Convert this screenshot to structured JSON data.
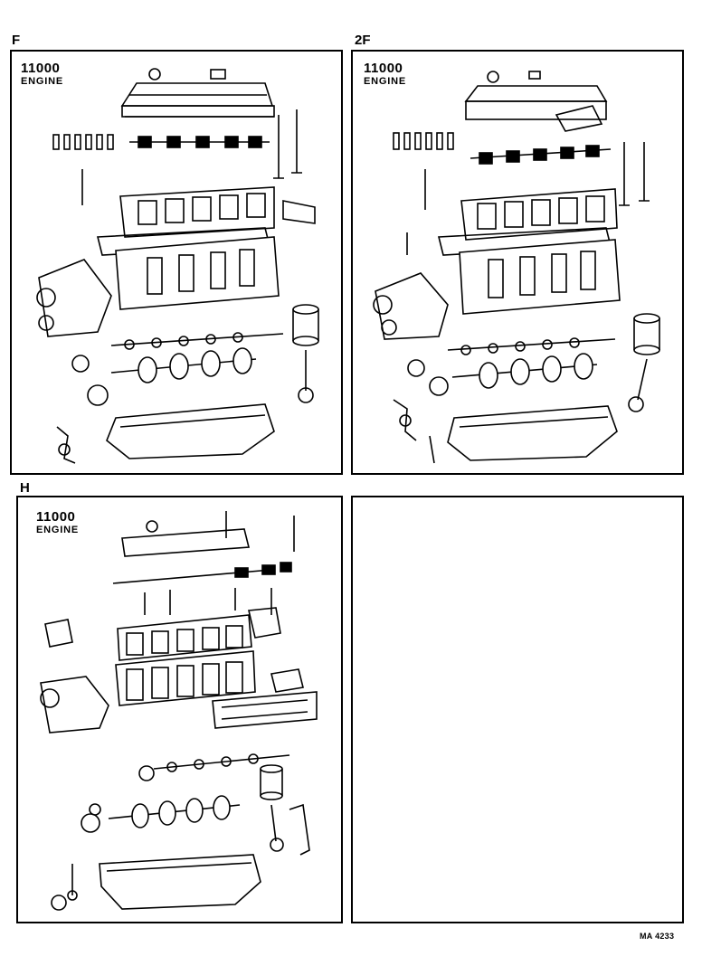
{
  "sections": [
    {
      "label": "F",
      "code": "11000",
      "engine": "ENGINE"
    },
    {
      "label": "2F",
      "code": "11000",
      "engine": "ENGINE"
    },
    {
      "label": "H",
      "code": "11000",
      "engine": "ENGINE"
    },
    {
      "label": ""
    }
  ],
  "figure_ref": "MA 4233",
  "diagram": {
    "type": "exploded-view parts illustration",
    "panel_d_empty": true
  }
}
